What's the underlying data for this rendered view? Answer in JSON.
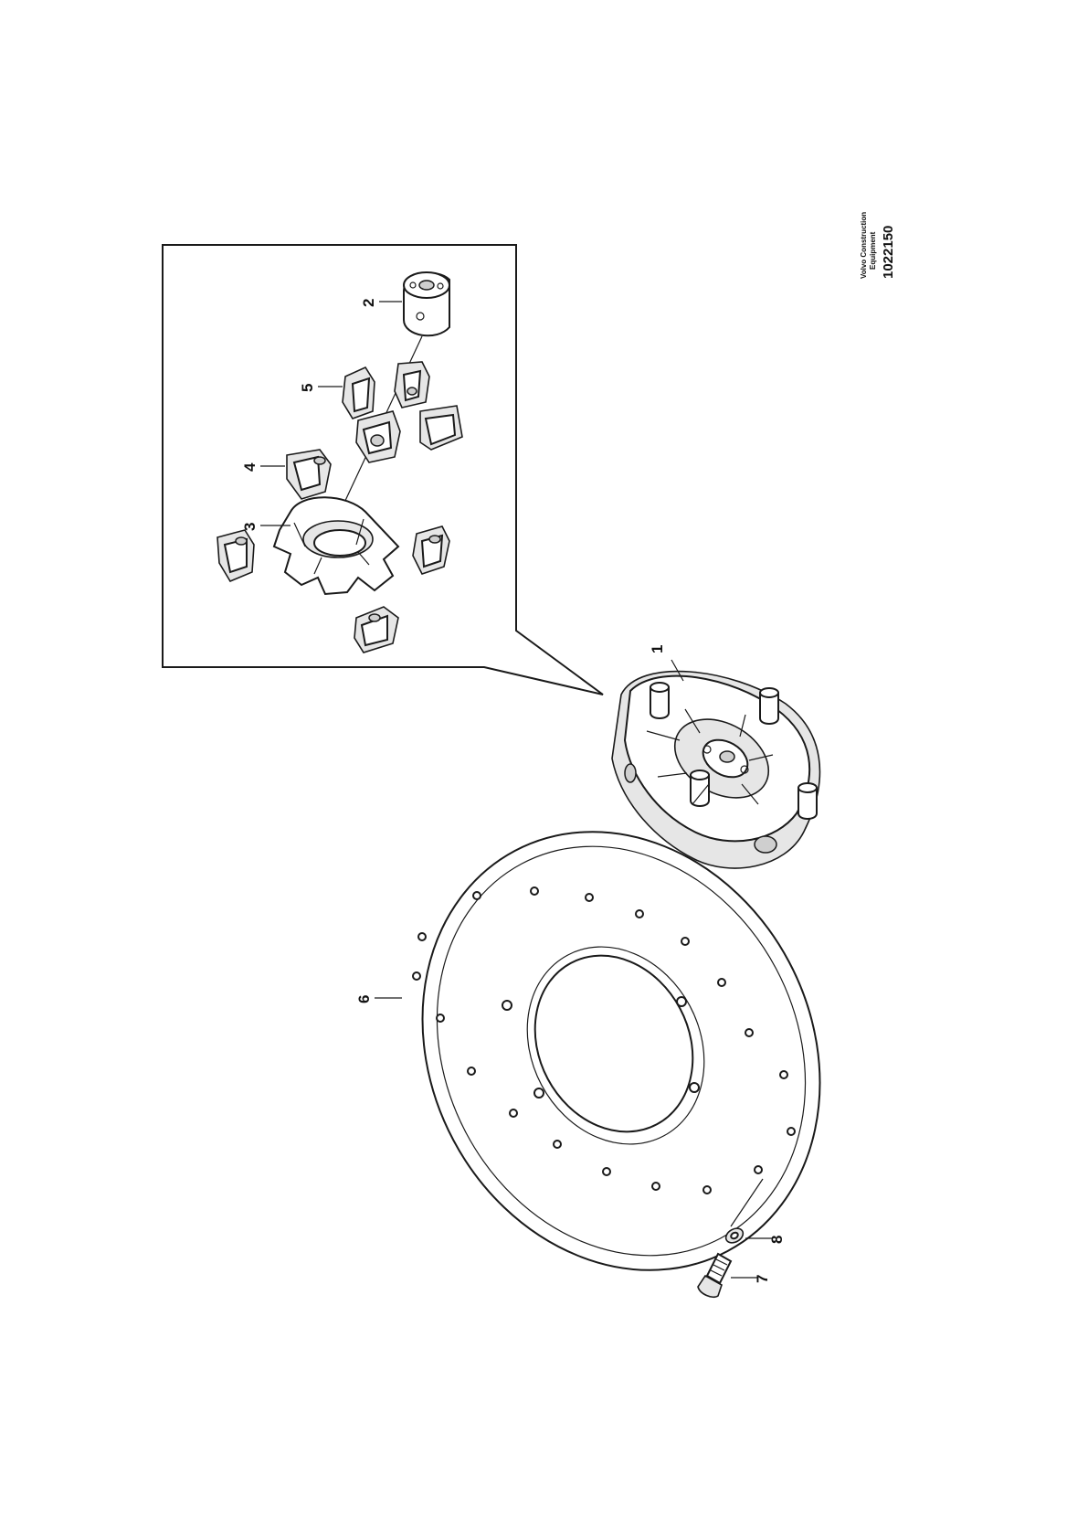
{
  "title_block": {
    "brand_line1": "Volvo Construction",
    "brand_line2": "Equipment",
    "drawing_number": "1022150"
  },
  "callouts": [
    {
      "id": "1",
      "label": "1"
    },
    {
      "id": "2",
      "label": "2"
    },
    {
      "id": "3",
      "label": "3"
    },
    {
      "id": "4",
      "label": "4"
    },
    {
      "id": "5",
      "label": "5"
    },
    {
      "id": "6",
      "label": "6"
    },
    {
      "id": "7",
      "label": "7"
    },
    {
      "id": "8",
      "label": "8"
    }
  ]
}
